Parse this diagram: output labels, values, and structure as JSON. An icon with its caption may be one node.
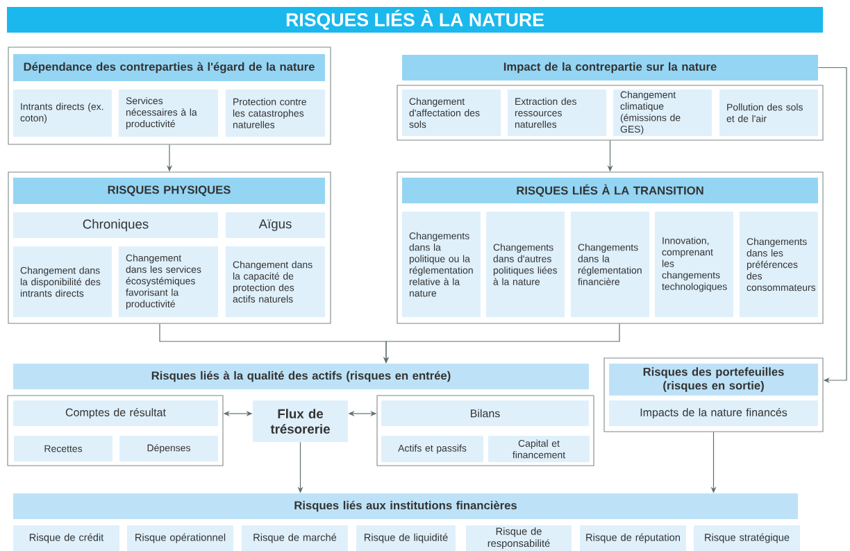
{
  "diagram": {
    "title": "RISQUES LIÉS À LA NATURE",
    "nodes": [
      {
        "text": [],
        "shape": "box"
      },
      {
        "text": [
          "Dépendance des contreparties à l'égard de la nature"
        ],
        "in": 0
      },
      {
        "text": [
          "Intrants directs (ex. coton)"
        ],
        "in": 0
      },
      {
        "text": [
          "Services nécessaires à la productivité"
        ],
        "in": 0
      },
      {
        "text": [
          "Protection contre les catastrophes naturelles"
        ],
        "in": 0
      },
      {
        "text": [
          "Impact de la contrepartie sur la nature"
        ]
      },
      {
        "text": [],
        "shape": "box"
      },
      {
        "text": [
          "Changement d'affectation des sols"
        ],
        "in": 6
      },
      {
        "text": [
          "Extraction des ressources naturelles"
        ],
        "in": 6
      },
      {
        "text": [
          "Changement climatique (émissions de GES)"
        ],
        "in": 6
      },
      {
        "text": [
          "Pollution des sols et de l'air"
        ],
        "in": 6
      },
      {
        "text": [],
        "shape": "box"
      },
      {
        "text": [
          "RISQUES PHYSIQUES"
        ],
        "in": 11
      },
      {
        "text": [
          "Chroniques"
        ],
        "in": 11
      },
      {
        "text": [
          "Aïgus"
        ],
        "in": 11
      },
      {
        "text": [
          "Changement dans la disponibilité des intrants directs"
        ],
        "in": 11
      },
      {
        "text": [
          "Changement dans les services écosystémiques favorisant la productivité"
        ],
        "in": 11
      },
      {
        "text": [
          "Changement dans la capacité de protection des actifs naturels"
        ],
        "in": 11
      },
      {
        "text": [],
        "shape": "box"
      },
      {
        "text": [
          "RISQUES LIÉS À LA TRANSITION"
        ],
        "in": 18
      },
      {
        "text": [
          "Changements dans la politique ou la réglementation relative à la nature"
        ],
        "in": 18
      },
      {
        "text": [
          "Changements dans d'autres politiques liées à la nature"
        ],
        "in": 18
      },
      {
        "text": [
          "Changements dans la réglementation financière"
        ],
        "in": 18
      },
      {
        "text": [
          "Innovation, comprenant les changements technologiques"
        ],
        "in": 18
      },
      {
        "text": [
          "Changements dans les préférences des consommateurs"
        ],
        "in": 18
      },
      {
        "text": [
          "Risques liés à la qualité des actifs (risques en entrée)"
        ]
      },
      {
        "text": [],
        "shape": "box"
      },
      {
        "text": [
          "Comptes de résultat"
        ],
        "in": 26
      },
      {
        "text": [
          "Recettes"
        ],
        "in": 26
      },
      {
        "text": [
          "Dépenses"
        ],
        "in": 26
      },
      {
        "text": [
          "Flux de trésorerie"
        ]
      },
      {
        "text": [],
        "shape": "box"
      },
      {
        "text": [
          "Bilans"
        ],
        "in": 31
      },
      {
        "text": [
          "Actifs et passifs"
        ],
        "in": 31
      },
      {
        "text": [
          "Capital et financement"
        ],
        "in": 31
      },
      {
        "text": [],
        "shape": "box"
      },
      {
        "text": [
          "Risques des portefeuilles (risques en sortie)"
        ],
        "in": 35
      },
      {
        "text": [
          "Impacts de la nature financés"
        ],
        "in": 35
      },
      {
        "text": [
          "Risques liés aux institutions financières"
        ]
      },
      {
        "text": [
          "Risque de crédit"
        ]
      },
      {
        "text": [
          "Risque opérationnel"
        ]
      },
      {
        "text": [
          "Risque de marché"
        ]
      },
      {
        "text": [
          "Risque de liquidité"
        ]
      },
      {
        "text": [
          "Risque de responsabilité"
        ]
      },
      {
        "text": [
          "Risque de réputation"
        ]
      },
      {
        "text": [
          "Risque stratégique"
        ]
      }
    ],
    "edges": [
      {
        "from": 0,
        "to": 11,
        "arrow": "to"
      },
      {
        "from": 6,
        "to": 18,
        "arrow": "to"
      },
      {
        "from": 11,
        "to": 25,
        "arrow": "to"
      },
      {
        "from": 18,
        "to": 25,
        "arrow": "to"
      },
      {
        "from": 5,
        "to": 35,
        "arrow": "to"
      },
      {
        "from": 26,
        "to": 30,
        "arrow": "both"
      },
      {
        "from": 30,
        "to": 31,
        "arrow": "both"
      },
      {
        "from": 30,
        "to": 38,
        "arrow": "to"
      },
      {
        "from": 35,
        "to": 38,
        "arrow": "to"
      }
    ]
  }
}
